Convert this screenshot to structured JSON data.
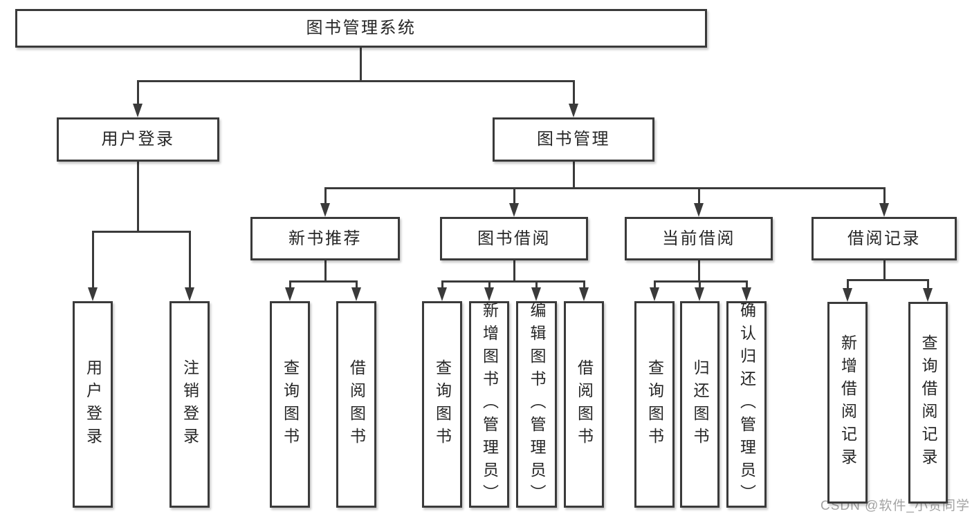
{
  "tree": {
    "label": "图书管理系统",
    "children": [
      {
        "label": "用户登录",
        "children": [
          {
            "label": "用户登录"
          },
          {
            "label": "注销登录"
          }
        ]
      },
      {
        "label": "图书管理",
        "children": [
          {
            "label": "新书推荐",
            "children": [
              {
                "label": "查询图书"
              },
              {
                "label": "借阅图书"
              }
            ]
          },
          {
            "label": "图书借阅",
            "children": [
              {
                "label": "查询图书"
              },
              {
                "label": "新增图书（管理员）"
              },
              {
                "label": "编辑图书（管理员）"
              },
              {
                "label": "借阅图书"
              }
            ]
          },
          {
            "label": "当前借阅",
            "children": [
              {
                "label": "查询图书"
              },
              {
                "label": "归还图书"
              },
              {
                "label": "确认归还（管理员）"
              }
            ]
          },
          {
            "label": "借阅记录",
            "children": [
              {
                "label": "新增借阅记录"
              },
              {
                "label": "查询借阅记录"
              }
            ]
          }
        ]
      }
    ]
  },
  "watermark": {
    "text": "CSDN @软件_小贺同学"
  },
  "colors": {
    "background": "#ffffff",
    "line": "#3a3a3a",
    "box_border": "#3a3a3a",
    "box_fill": "#ffffff",
    "text": "#262626",
    "watermark": "#a3a3a3"
  }
}
